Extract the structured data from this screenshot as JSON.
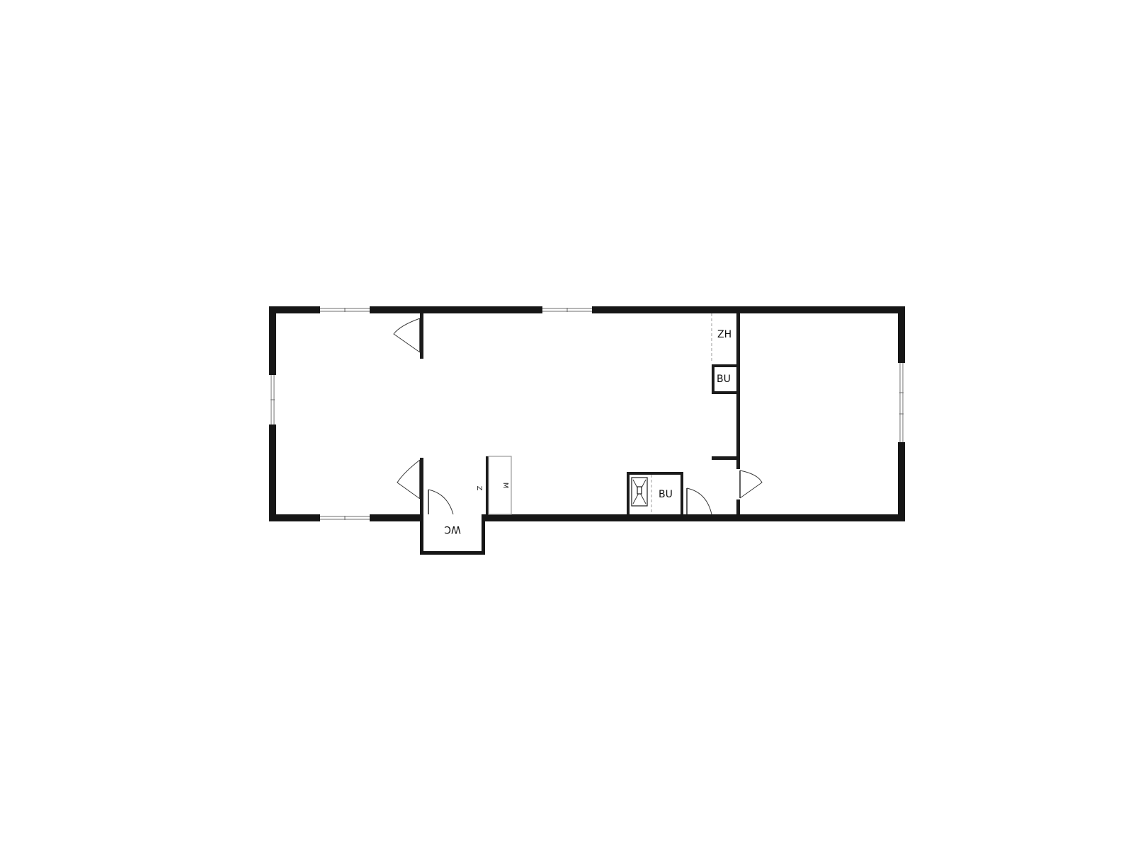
{
  "floorplan": {
    "labels": {
      "zh": "ZH",
      "bu_top": "BU",
      "bu_bottom": "BU",
      "wc": "WC",
      "m": "M",
      "small_mark": "Z"
    },
    "colors": {
      "wall": "#161616",
      "background": "#ffffff",
      "window": "#8a8a8a"
    }
  }
}
